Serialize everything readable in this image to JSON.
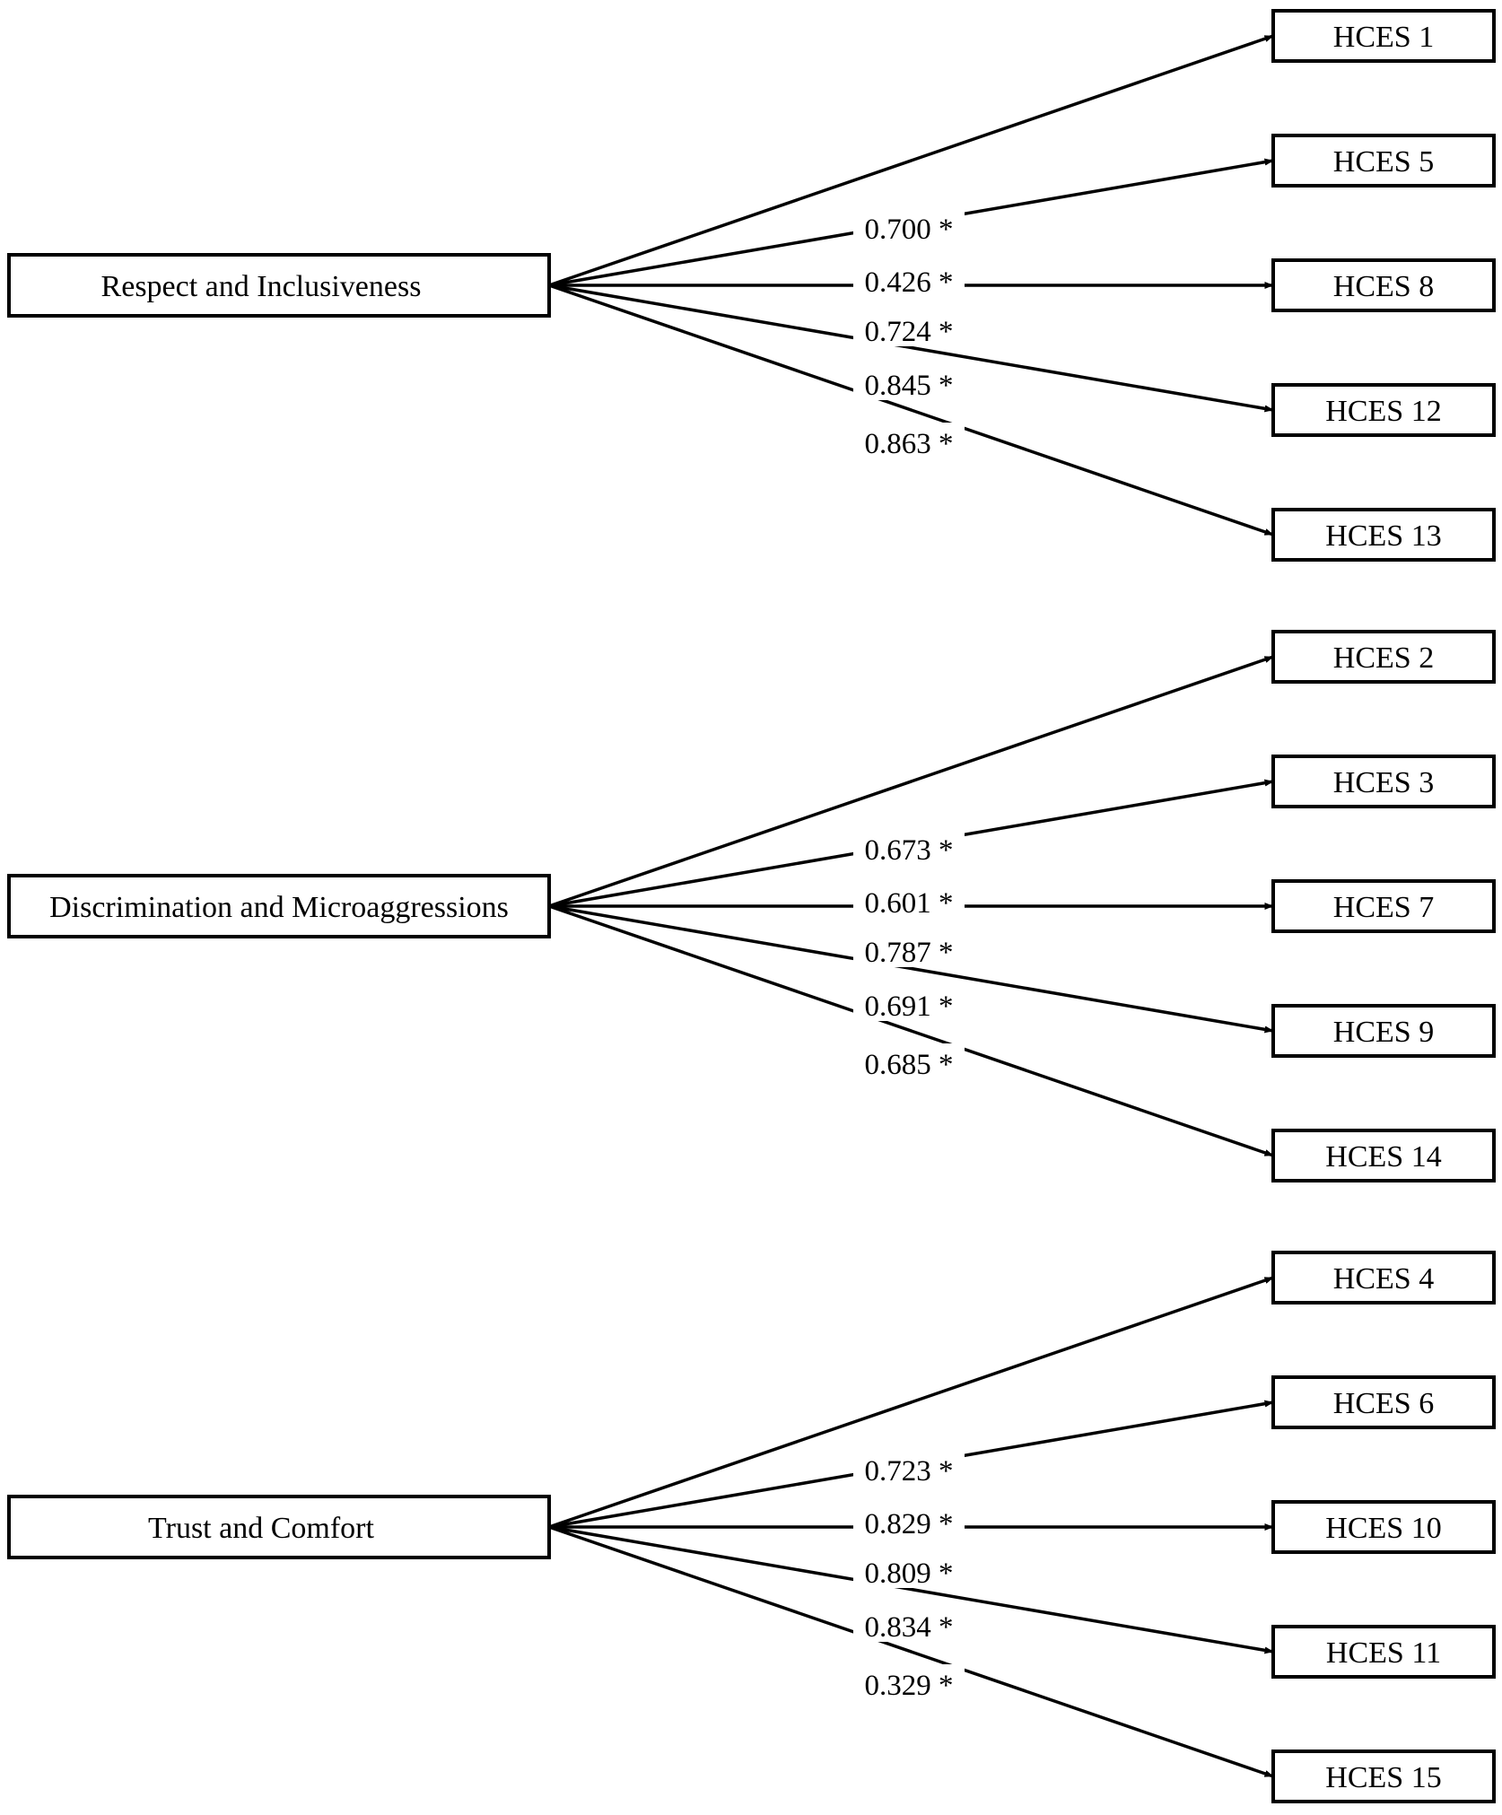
{
  "factors": [
    {
      "name": "Respect and Inclusiveness",
      "paths": [
        {
          "item": "HCES 1",
          "loading": "0.700 *"
        },
        {
          "item": "HCES 5",
          "loading": "0.426 *"
        },
        {
          "item": "HCES 8",
          "loading": "0.724 *"
        },
        {
          "item": "HCES 12",
          "loading": "0.845 *"
        },
        {
          "item": "HCES 13",
          "loading": "0.863 *"
        }
      ]
    },
    {
      "name": "Discrimination and Microaggressions",
      "paths": [
        {
          "item": "HCES 2",
          "loading": "0.673 *"
        },
        {
          "item": "HCES 3",
          "loading": "0.601 *"
        },
        {
          "item": "HCES 7",
          "loading": "0.787 *"
        },
        {
          "item": "HCES 9",
          "loading": "0.691 *"
        },
        {
          "item": "HCES 14",
          "loading": "0.685 *"
        }
      ]
    },
    {
      "name": "Trust and Comfort",
      "paths": [
        {
          "item": "HCES 4",
          "loading": "0.723 *"
        },
        {
          "item": "HCES 6",
          "loading": "0.829 *"
        },
        {
          "item": "HCES 10",
          "loading": "0.809 *"
        },
        {
          "item": "HCES 11",
          "loading": "0.834 *"
        },
        {
          "item": "HCES 15",
          "loading": "0.329 *"
        }
      ]
    }
  ],
  "colors": {
    "stroke": "#000000",
    "background": "#ffffff"
  }
}
